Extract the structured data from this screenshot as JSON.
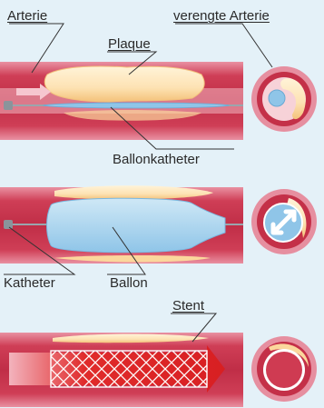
{
  "labels": {
    "arterie": "Arterie",
    "verengte_arterie": "verengte Arterie",
    "plaque": "Plaque",
    "ballonkatheter": "Ballonkatheter",
    "katheter": "Katheter",
    "ballon": "Ballon",
    "stent": "Stent"
  },
  "colors": {
    "background": "#e4f1f8",
    "vessel_wall": "#c4354c",
    "vessel_wall_outer": "#e58fa0",
    "vessel_lumen": "#f6c9cf",
    "plaque": "#fde2b3",
    "plaque_edge": "#f0b96a",
    "balloon": "#a9d4ee",
    "stent_arrow": "#d42a2a",
    "catheter_wire": "#9aa5ad"
  }
}
